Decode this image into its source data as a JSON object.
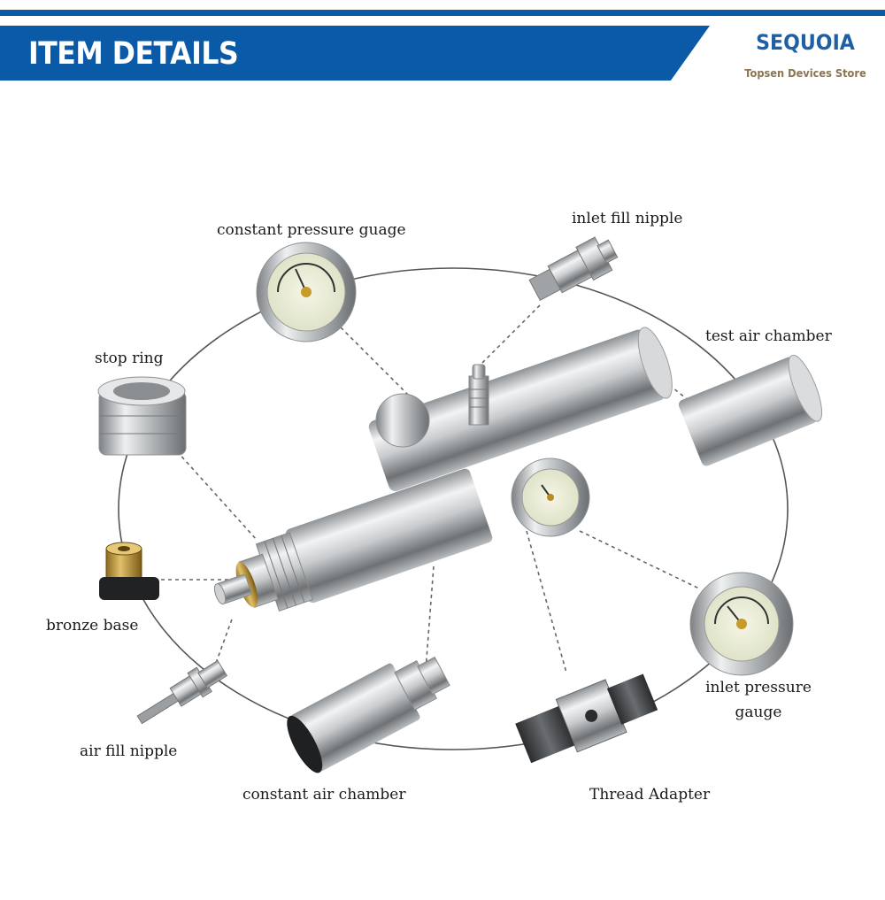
{
  "header": {
    "title": "ITEM DETAILS",
    "brand": "SEQUOIA",
    "store": "Topsen Devices Store",
    "accent_color": "#0b5aa8"
  },
  "parts": {
    "constant_pressure_gauge": "constant pressure guage",
    "inlet_fill_nipple": "inlet fill nipple",
    "test_air_chamber": "test air chamber",
    "stop_ring": "stop ring",
    "bronze_base": "bronze base",
    "air_fill_nipple": "air fill nipple",
    "constant_air_chamber": "constant air chamber",
    "thread_adapter": "Thread Adapter",
    "inlet_pressure_gauge_line1": "inlet pressure",
    "inlet_pressure_gauge_line2": "gauge"
  }
}
